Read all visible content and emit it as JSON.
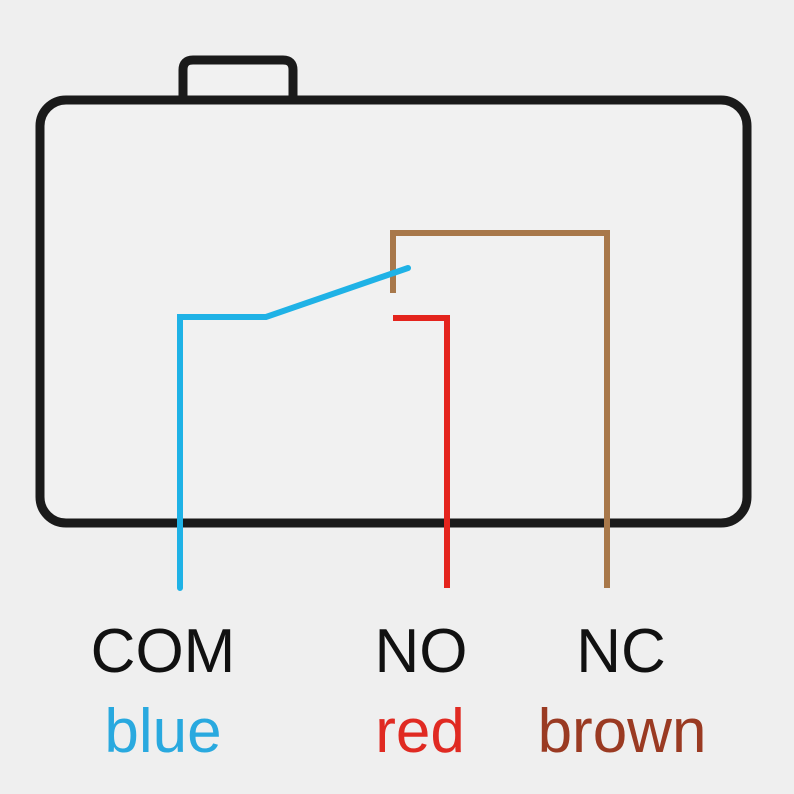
{
  "terminals": [
    {
      "name": "COM",
      "color_name": "blue",
      "wire_hex": "#1fb2e6",
      "text_hex": "#29a9df"
    },
    {
      "name": "NO",
      "color_name": "red",
      "wire_hex": "#e4241d",
      "text_hex": "#e02a22"
    },
    {
      "name": "NC",
      "color_name": "brown",
      "wire_hex": "#a8784a",
      "text_hex": "#9a3a22"
    }
  ],
  "colors": {
    "background": "#efefef",
    "housing_stroke": "#1a1a1a",
    "housing_fill": "#f1f1f1",
    "label_text": "#111111"
  }
}
